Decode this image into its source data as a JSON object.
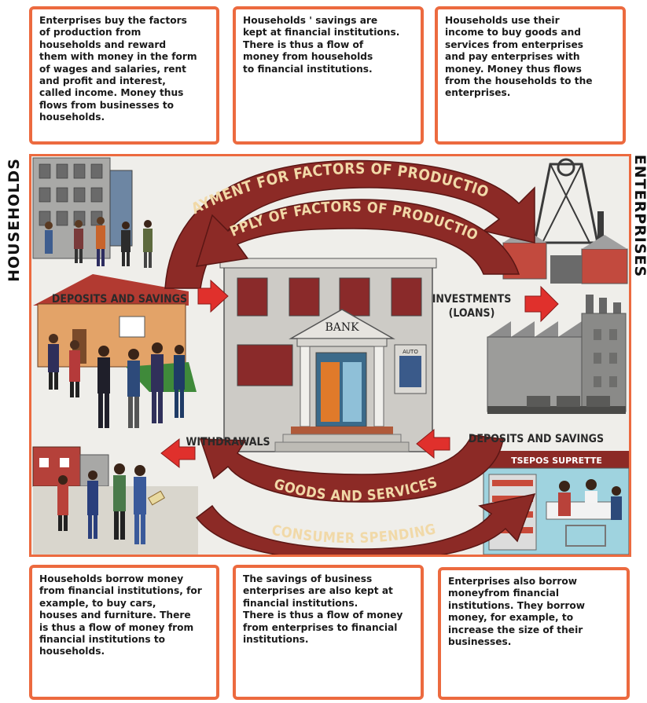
{
  "top_boxes": [
    "Enterprises buy the factors\nof production from\nhouseholds and reward\nthem with money in the form\nof wages and salaries, rent\nand profit and interest,\ncalled income. Money thus\nflows from businesses to\nhouseholds.",
    "Households ' savings are\nkept at financial institutions.\nThere is thus a flow of\nmoney from households\nto financial institutions.",
    "Households use their\nincome to buy goods and\nservices from enterprises\nand pay enterprises with\nmoney. Money thus flows\nfrom the households to the\nenterprises."
  ],
  "bottom_boxes": [
    "Households borrow money\nfrom financial institutions, for\nexample, to buy cars,\nhouses and furniture. There\nis thus a flow of money from\nfinancial institutions to\nhouseholds.",
    "The savings of business\nenterprises are also kept at\nfinancial institutions.\nThere is thus a flow of money\nfrom enterprises to financial\ninstitutions.",
    "Enterprises also borrow\nmoneyfrom financial\ninstitutions. They borrow\nmoney, for example, to\nincrease the size of their\nbusinesses."
  ],
  "side_labels": {
    "left": "HOUSEHOLDS",
    "right": "ENTERPRISES"
  },
  "arrows": {
    "payment_factors": "PAYMENT FOR FACTORS OF PRODUCTION",
    "supply_factors": "SUPPLY OF FACTORS OF PRODUCTION",
    "goods_services": "GOODS AND SERVICES",
    "consumer_spending": "CONSUMER SPENDING"
  },
  "flow_labels": {
    "deposits_households": "DEPOSITS AND SAVINGS",
    "investments_line1": "INVESTMENTS",
    "investments_line2": "(LOANS)",
    "withdrawals": "WITHDRAWALS",
    "deposits_enterprises": "DEPOSITS AND SAVINGS"
  },
  "bank": {
    "sign": "BANK",
    "atm": "AUTO"
  },
  "shop": {
    "sign": "TSEPOS SUPRETTE"
  },
  "colors": {
    "box_border": "#ec6a3f",
    "arrow": "#8c2a26",
    "arrow_text": "#f1d9a8",
    "pointer": "#e0302c"
  }
}
